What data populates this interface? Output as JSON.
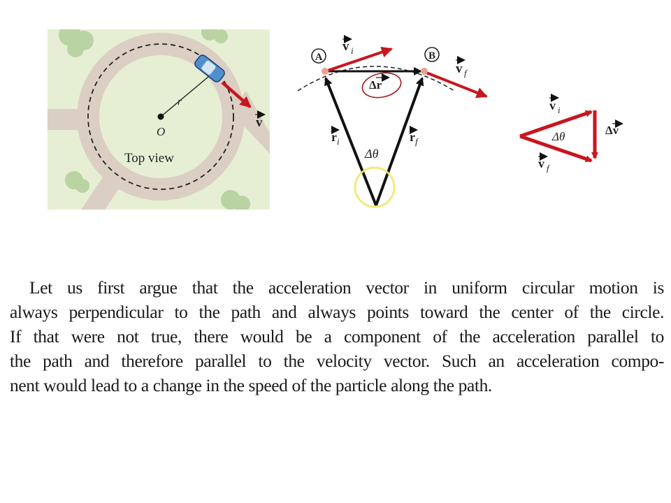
{
  "top_view": {
    "radius_label": "r",
    "center_label": "O",
    "caption": "Top view",
    "velocity_label": "v"
  },
  "vector_diagram": {
    "point_a": "A",
    "point_b": "B",
    "vi_label": "v",
    "vi_sub": "i",
    "vf_label": "v",
    "vf_sub": "f",
    "dr_label": "Δr",
    "ri_label": "r",
    "ri_sub": "i",
    "rf_label": "r",
    "rf_sub": "f",
    "angle_label": "Δθ"
  },
  "velocity_triangle": {
    "vi_label": "v",
    "vi_sub": "i",
    "vf_label": "v",
    "vf_sub": "f",
    "dv_label": "Δv",
    "angle_label": "Δθ"
  },
  "colors": {
    "arrow_red": "#c8161d",
    "ground_green": "#e6efd4",
    "road_tan": "#dbcfc4",
    "car_blue": "#4f8fd0",
    "highlight_yellow": "#f1e86a"
  },
  "paragraph": {
    "lines": [
      "Let us first argue that the acceleration vector in uniform circular motion is",
      "always perpendicular to the path and always points toward the center of the circle.",
      "If that were not true, there would be a component of the acceleration parallel to",
      "the path and therefore parallel to the velocity vector. Such an acceleration compo-",
      "nent would lead to a change in the speed of the particle along the path."
    ]
  }
}
